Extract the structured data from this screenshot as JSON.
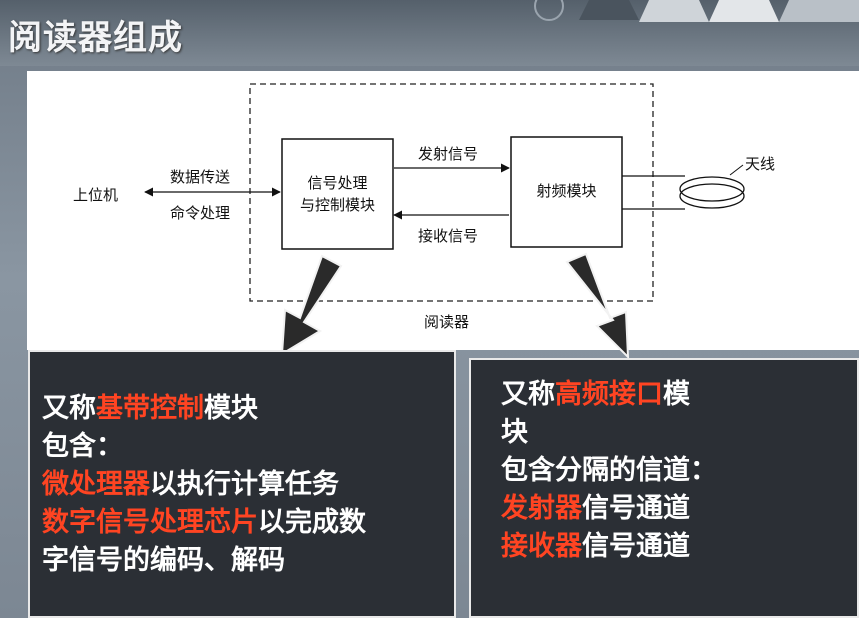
{
  "slide": {
    "title": "阅读器组成"
  },
  "diagram": {
    "host": "上位机",
    "data_transfer": "数据传送",
    "command_processing": "命令处理",
    "signal_block_line1": "信号处理",
    "signal_block_line2": "与控制模块",
    "transmit_signal": "发射信号",
    "receive_signal": "接收信号",
    "rf_module": "射频模块",
    "antenna": "天线",
    "reader": "阅读器"
  },
  "left_panel": {
    "l1_pre": "又称",
    "l1_hl": "基带控制",
    "l1_post": "模块",
    "l2": "包含：",
    "l3_hl": "微处理器",
    "l3_post": "以执行计算任务",
    "l4_hl": "数字信号处理芯片",
    "l4_post": "以完成数",
    "l5": "字信号的编码、解码"
  },
  "right_panel": {
    "l1_pre": "又称",
    "l1_hl": "高频接口",
    "l1_post": "模",
    "l2": "块",
    "l3": "包含分隔的信道：",
    "l4_hl": "发射器",
    "l4_post": "信号通道",
    "l5_hl": "接收器",
    "l5_post": "信号通道"
  },
  "colors": {
    "highlight": "#ff4422",
    "panel_bg": "#2b2f35",
    "arrow": "#2a2a2a"
  }
}
